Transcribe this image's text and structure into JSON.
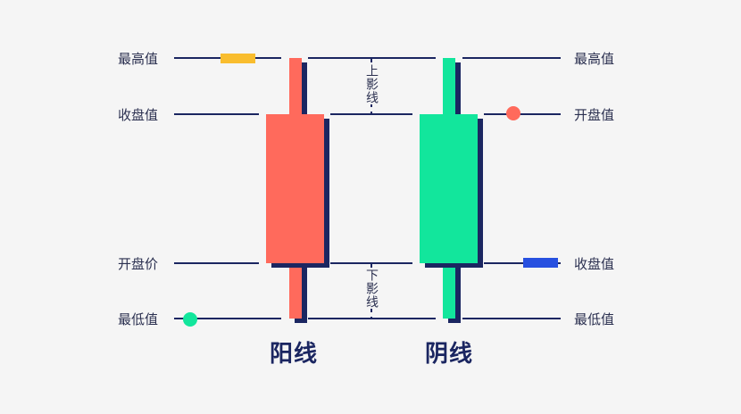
{
  "colors": {
    "background": "#f5f5f5",
    "line": "#1b2661",
    "bullish": "#ff6a5c",
    "bearish": "#12e69c",
    "shadow": "#1b2661",
    "high_marker": "#f9bd2e",
    "close_marker": "#2750e0",
    "low_marker": "#12e69c",
    "open_marker": "#ff6a5c"
  },
  "left_labels": {
    "high": "最高值",
    "close": "收盘值",
    "open": "开盘价",
    "low": "最低值"
  },
  "right_labels": {
    "high": "最高值",
    "open": "开盘值",
    "close": "收盘值",
    "low": "最低值"
  },
  "upper_shadow_label": "上影线",
  "lower_shadow_label": "下影线",
  "bullish_title": "阳线",
  "bearish_title": "阴线",
  "markers": {
    "high": "yellow-bar",
    "close": "blue-bar",
    "low": "green-dot",
    "open": "red-dot"
  }
}
